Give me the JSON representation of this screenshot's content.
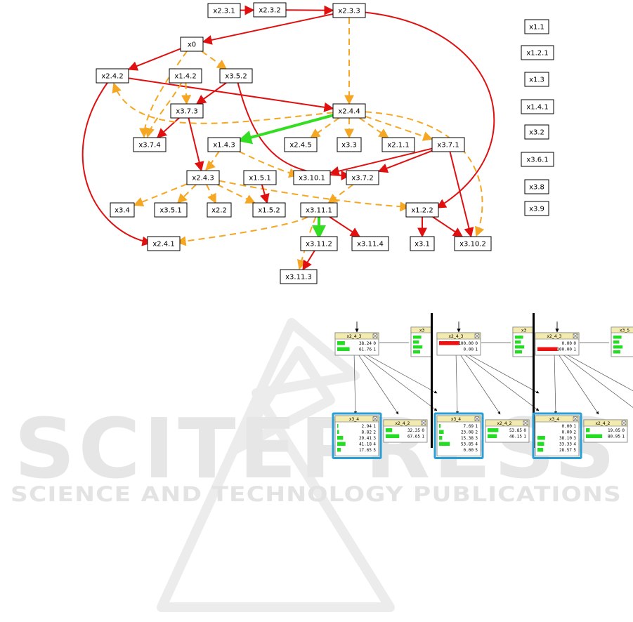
{
  "colors": {
    "red": "#e01010",
    "orange": "#f5a623",
    "green": "#33dd22",
    "bar_green": "#22dd22",
    "bar_red": "#ee1111",
    "panel_header": "#f3eab0",
    "highlight": "#2a9fd6",
    "watermark": "#e6e6e6"
  },
  "watermark": {
    "big": "SCITEPRESS",
    "small": "SCIENCE AND TECHNOLOGY PUBLICATIONS"
  },
  "network": {
    "nodes": [
      {
        "id": "x2.3.1",
        "label": "x2.3.1"
      },
      {
        "id": "x2.3.2",
        "label": "x2.3.2"
      },
      {
        "id": "x2.3.3",
        "label": "x2.3.3"
      },
      {
        "id": "x0",
        "label": "x0"
      },
      {
        "id": "x2.4.2",
        "label": "x2.4.2"
      },
      {
        "id": "x1.4.2",
        "label": "x1.4.2"
      },
      {
        "id": "x3.5.2",
        "label": "x3.5.2"
      },
      {
        "id": "x3.7.3",
        "label": "x3.7.3"
      },
      {
        "id": "x2.4.4",
        "label": "x2.4.4"
      },
      {
        "id": "x3.7.4",
        "label": "x3.7.4"
      },
      {
        "id": "x1.4.3",
        "label": "x1.4.3"
      },
      {
        "id": "x2.4.5",
        "label": "x2.4.5"
      },
      {
        "id": "x3.3",
        "label": "x3.3"
      },
      {
        "id": "x2.1.1",
        "label": "x2.1.1"
      },
      {
        "id": "x3.7.1",
        "label": "x3.7.1"
      },
      {
        "id": "x2.4.3",
        "label": "x2.4.3"
      },
      {
        "id": "x1.5.1",
        "label": "x1.5.1"
      },
      {
        "id": "x3.10.1",
        "label": "x3.10.1"
      },
      {
        "id": "x3.7.2",
        "label": "x3.7.2"
      },
      {
        "id": "x3.4",
        "label": "x3.4"
      },
      {
        "id": "x3.5.1",
        "label": "x3.5.1"
      },
      {
        "id": "x2.2",
        "label": "x2.2"
      },
      {
        "id": "x1.5.2",
        "label": "x1.5.2"
      },
      {
        "id": "x3.11.1",
        "label": "x3.11.1"
      },
      {
        "id": "x1.2.2",
        "label": "x1.2.2"
      },
      {
        "id": "x2.4.1",
        "label": "x2.4.1"
      },
      {
        "id": "x3.11.2",
        "label": "x3.11.2"
      },
      {
        "id": "x3.11.4",
        "label": "x3.11.4"
      },
      {
        "id": "x3.1",
        "label": "x3.1"
      },
      {
        "id": "x3.10.2",
        "label": "x3.10.2"
      },
      {
        "id": "x3.11.3",
        "label": "x3.11.3"
      }
    ],
    "isolated": [
      "x1.1",
      "x1.2.1",
      "x1.3",
      "x1.4.1",
      "x3.2",
      "x3.6.1",
      "x3.8",
      "x3.9"
    ],
    "edges": [
      {
        "from": "x2.3.1",
        "to": "x2.3.2",
        "kind": "red"
      },
      {
        "from": "x2.3.2",
        "to": "x2.3.3",
        "kind": "red"
      },
      {
        "from": "x2.3.3",
        "to": "x0",
        "kind": "red"
      },
      {
        "from": "x2.3.3",
        "to": "x2.4.4",
        "kind": "orange"
      },
      {
        "from": "x2.3.3",
        "to": "x1.2.2",
        "kind": "red"
      },
      {
        "from": "x0",
        "to": "x2.4.2",
        "kind": "red"
      },
      {
        "from": "x0",
        "to": "x3.5.2",
        "kind": "orange"
      },
      {
        "from": "x0",
        "to": "x3.7.4",
        "kind": "orange"
      },
      {
        "from": "x2.4.2",
        "to": "x2.4.4",
        "kind": "red"
      },
      {
        "from": "x2.4.2",
        "to": "x2.4.1",
        "kind": "red"
      },
      {
        "from": "x1.4.2",
        "to": "x3.7.3",
        "kind": "orange"
      },
      {
        "from": "x3.5.2",
        "to": "x3.7.3",
        "kind": "red"
      },
      {
        "from": "x3.5.2",
        "to": "x3.7.2",
        "kind": "red"
      },
      {
        "from": "x3.7.3",
        "to": "x3.7.4",
        "kind": "red"
      },
      {
        "from": "x3.7.3",
        "to": "x2.4.3",
        "kind": "red"
      },
      {
        "from": "x2.4.4",
        "to": "x1.4.3",
        "kind": "green"
      },
      {
        "from": "x2.4.4",
        "to": "x2.4.5",
        "kind": "orange"
      },
      {
        "from": "x2.4.4",
        "to": "x3.3",
        "kind": "orange"
      },
      {
        "from": "x2.4.4",
        "to": "x2.1.1",
        "kind": "orange"
      },
      {
        "from": "x2.4.4",
        "to": "x3.7.1",
        "kind": "orange"
      },
      {
        "from": "x2.4.4",
        "to": "x3.10.2",
        "kind": "orange"
      },
      {
        "from": "x2.4.4",
        "to": "x2.4.2",
        "kind": "orange"
      },
      {
        "from": "x1.4.3",
        "to": "x2.4.3",
        "kind": "orange"
      },
      {
        "from": "x1.4.3",
        "to": "x3.10.1",
        "kind": "orange"
      },
      {
        "from": "x1.4.2",
        "to": "x3.7.4",
        "kind": "orange"
      },
      {
        "from": "x3.7.1",
        "to": "x3.10.1",
        "kind": "red"
      },
      {
        "from": "x3.7.1",
        "to": "x3.7.2",
        "kind": "red"
      },
      {
        "from": "x3.7.1",
        "to": "x3.10.2",
        "kind": "red"
      },
      {
        "from": "x3.7.2",
        "to": "x3.11.1",
        "kind": "orange"
      },
      {
        "from": "x2.4.3",
        "to": "x3.4",
        "kind": "orange"
      },
      {
        "from": "x2.4.3",
        "to": "x3.5.1",
        "kind": "orange"
      },
      {
        "from": "x2.4.3",
        "to": "x2.2",
        "kind": "orange"
      },
      {
        "from": "x2.4.3",
        "to": "x1.5.2",
        "kind": "orange"
      },
      {
        "from": "x2.4.3",
        "to": "x1.2.2",
        "kind": "orange"
      },
      {
        "from": "x1.5.1",
        "to": "x1.5.2",
        "kind": "red"
      },
      {
        "from": "x3.11.1",
        "to": "x3.11.2",
        "kind": "green"
      },
      {
        "from": "x3.11.1",
        "to": "x3.11.4",
        "kind": "red"
      },
      {
        "from": "x3.11.1",
        "to": "x2.4.1",
        "kind": "orange"
      },
      {
        "from": "x3.11.1",
        "to": "x3.11.3",
        "kind": "orange"
      },
      {
        "from": "x3.11.2",
        "to": "x3.11.3",
        "kind": "red"
      },
      {
        "from": "x1.2.2",
        "to": "x3.1",
        "kind": "red"
      },
      {
        "from": "x1.2.2",
        "to": "x3.10.2",
        "kind": "red"
      }
    ]
  },
  "panels": [
    {
      "parent": {
        "name": "x2_4_3",
        "rows": [
          {
            "v": "38.24",
            "s": "0",
            "p": 0.3824,
            "c": "green"
          },
          {
            "v": "61.76",
            "s": "1",
            "p": 0.6176,
            "c": "green"
          }
        ]
      },
      "left": {
        "name": "x3_4",
        "rows": [
          {
            "v": "2.94",
            "s": "1",
            "p": 0.0294
          },
          {
            "v": "8.82",
            "s": "2",
            "p": 0.0882
          },
          {
            "v": "29.41",
            "s": "3",
            "p": 0.2941
          },
          {
            "v": "41.18",
            "s": "4",
            "p": 0.4118
          },
          {
            "v": "17.65",
            "s": "5",
            "p": 0.1765
          }
        ]
      },
      "right": {
        "name": "x2_4_2",
        "rows": [
          {
            "v": "32.35",
            "s": "0",
            "p": 0.3235
          },
          {
            "v": "67.65",
            "s": "1",
            "p": 0.6765
          }
        ]
      },
      "corner": "x3"
    },
    {
      "parent": {
        "name": "x2_4_3",
        "rows": [
          {
            "v": "100.00",
            "s": "0",
            "p": 1.0,
            "c": "red"
          },
          {
            "v": "0.00",
            "s": "1",
            "p": 0.0,
            "c": "red"
          }
        ]
      },
      "left": {
        "name": "x3_4",
        "rows": [
          {
            "v": "7.69",
            "s": "1",
            "p": 0.0769
          },
          {
            "v": "23.08",
            "s": "2",
            "p": 0.2308
          },
          {
            "v": "15.38",
            "s": "3",
            "p": 0.1538
          },
          {
            "v": "53.85",
            "s": "4",
            "p": 0.5385
          },
          {
            "v": "0.00",
            "s": "5",
            "p": 0.0
          }
        ]
      },
      "right": {
        "name": "x2_4_2",
        "rows": [
          {
            "v": "53.85",
            "s": "0",
            "p": 0.5385
          },
          {
            "v": "46.15",
            "s": "1",
            "p": 0.4615
          }
        ]
      },
      "corner": "x3"
    },
    {
      "parent": {
        "name": "x2_4_3",
        "rows": [
          {
            "v": "0.00",
            "s": "0",
            "p": 0.0,
            "c": "red"
          },
          {
            "v": "100.00",
            "s": "1",
            "p": 1.0,
            "c": "red"
          }
        ]
      },
      "left": {
        "name": "x3_4",
        "rows": [
          {
            "v": "0.00",
            "s": "1",
            "p": 0.0
          },
          {
            "v": "0.00",
            "s": "2",
            "p": 0.0
          },
          {
            "v": "38.10",
            "s": "3",
            "p": 0.381
          },
          {
            "v": "33.33",
            "s": "4",
            "p": 0.3333
          },
          {
            "v": "28.57",
            "s": "5",
            "p": 0.2857
          }
        ]
      },
      "right": {
        "name": "x2_4_2",
        "rows": [
          {
            "v": "19.05",
            "s": "0",
            "p": 0.1905
          },
          {
            "v": "80.95",
            "s": "1",
            "p": 0.8095
          }
        ]
      },
      "corner": "x3_5"
    }
  ]
}
